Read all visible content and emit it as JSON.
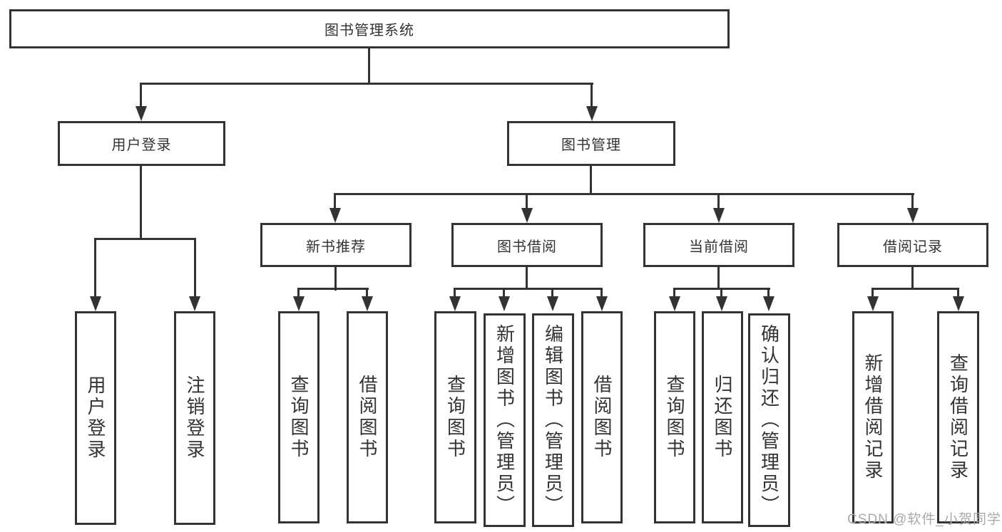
{
  "root": {
    "label": "图书管理系统"
  },
  "level2": [
    {
      "label": "用户登录"
    },
    {
      "label": "图书管理"
    }
  ],
  "level3": [
    {
      "label": "新书推荐"
    },
    {
      "label": "图书借阅"
    },
    {
      "label": "当前借阅"
    },
    {
      "label": "借阅记录"
    }
  ],
  "leaves": {
    "user_login": [
      {
        "label": "用户登录"
      },
      {
        "label": "注销登录"
      }
    ],
    "new_book": [
      {
        "label": "查询图书"
      },
      {
        "label": "借阅图书"
      }
    ],
    "book_borrow": [
      {
        "label": "查询图书"
      },
      {
        "label": "新增图书（管理员）"
      },
      {
        "label": "编辑图书（管理员）"
      },
      {
        "label": "借阅图书"
      }
    ],
    "current_borrow": [
      {
        "label": "查询图书"
      },
      {
        "label": "归还图书"
      },
      {
        "label": "确认归还（管理员）"
      }
    ],
    "borrow_record": [
      {
        "label": "新增借阅记录"
      },
      {
        "label": "查询借阅记录"
      }
    ]
  },
  "watermark": "CSDN @软件_小贺同学",
  "colors": {
    "line": "#333333",
    "text": "#333333",
    "watermark": "#a9a9a9",
    "background": "#ffffff"
  }
}
